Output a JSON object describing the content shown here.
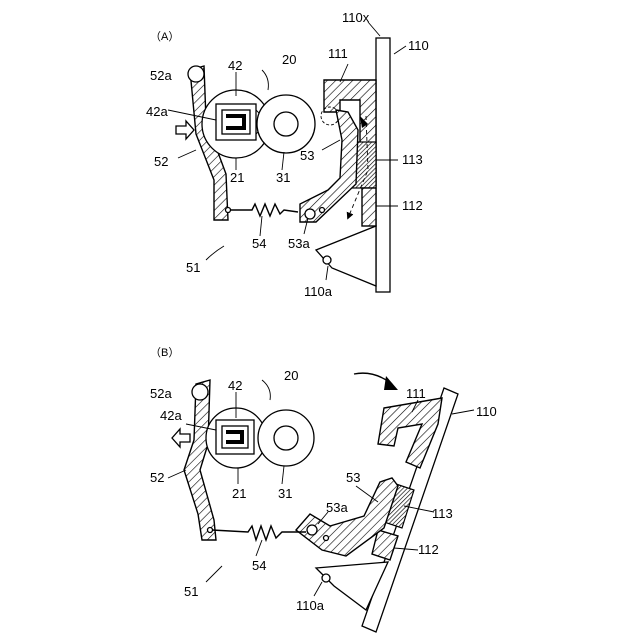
{
  "panels": {
    "a": {
      "tag": "（A）",
      "labels": {
        "frame_top": "110x",
        "frame": "110",
        "block_top": "111",
        "block_mid": "113",
        "block_bottom": "112",
        "pivot": "110a",
        "roller_unit": "20",
        "cartridge": "42",
        "cartridge_part": "42a",
        "pin": "52a",
        "lever": "52",
        "drum": "21",
        "roller": "31",
        "arm": "53",
        "arm_pin": "53a",
        "spring": "54",
        "assembly": "51"
      }
    },
    "b": {
      "tag": "（B）",
      "labels": {
        "frame": "110",
        "block_top": "111",
        "block_mid": "113",
        "block_bottom": "112",
        "pivot": "110a",
        "roller_unit": "20",
        "cartridge": "42",
        "cartridge_part": "42a",
        "pin": "52a",
        "lever": "52",
        "drum": "21",
        "roller": "31",
        "arm": "53",
        "arm_pin": "53a",
        "spring": "54",
        "assembly": "51"
      }
    }
  }
}
